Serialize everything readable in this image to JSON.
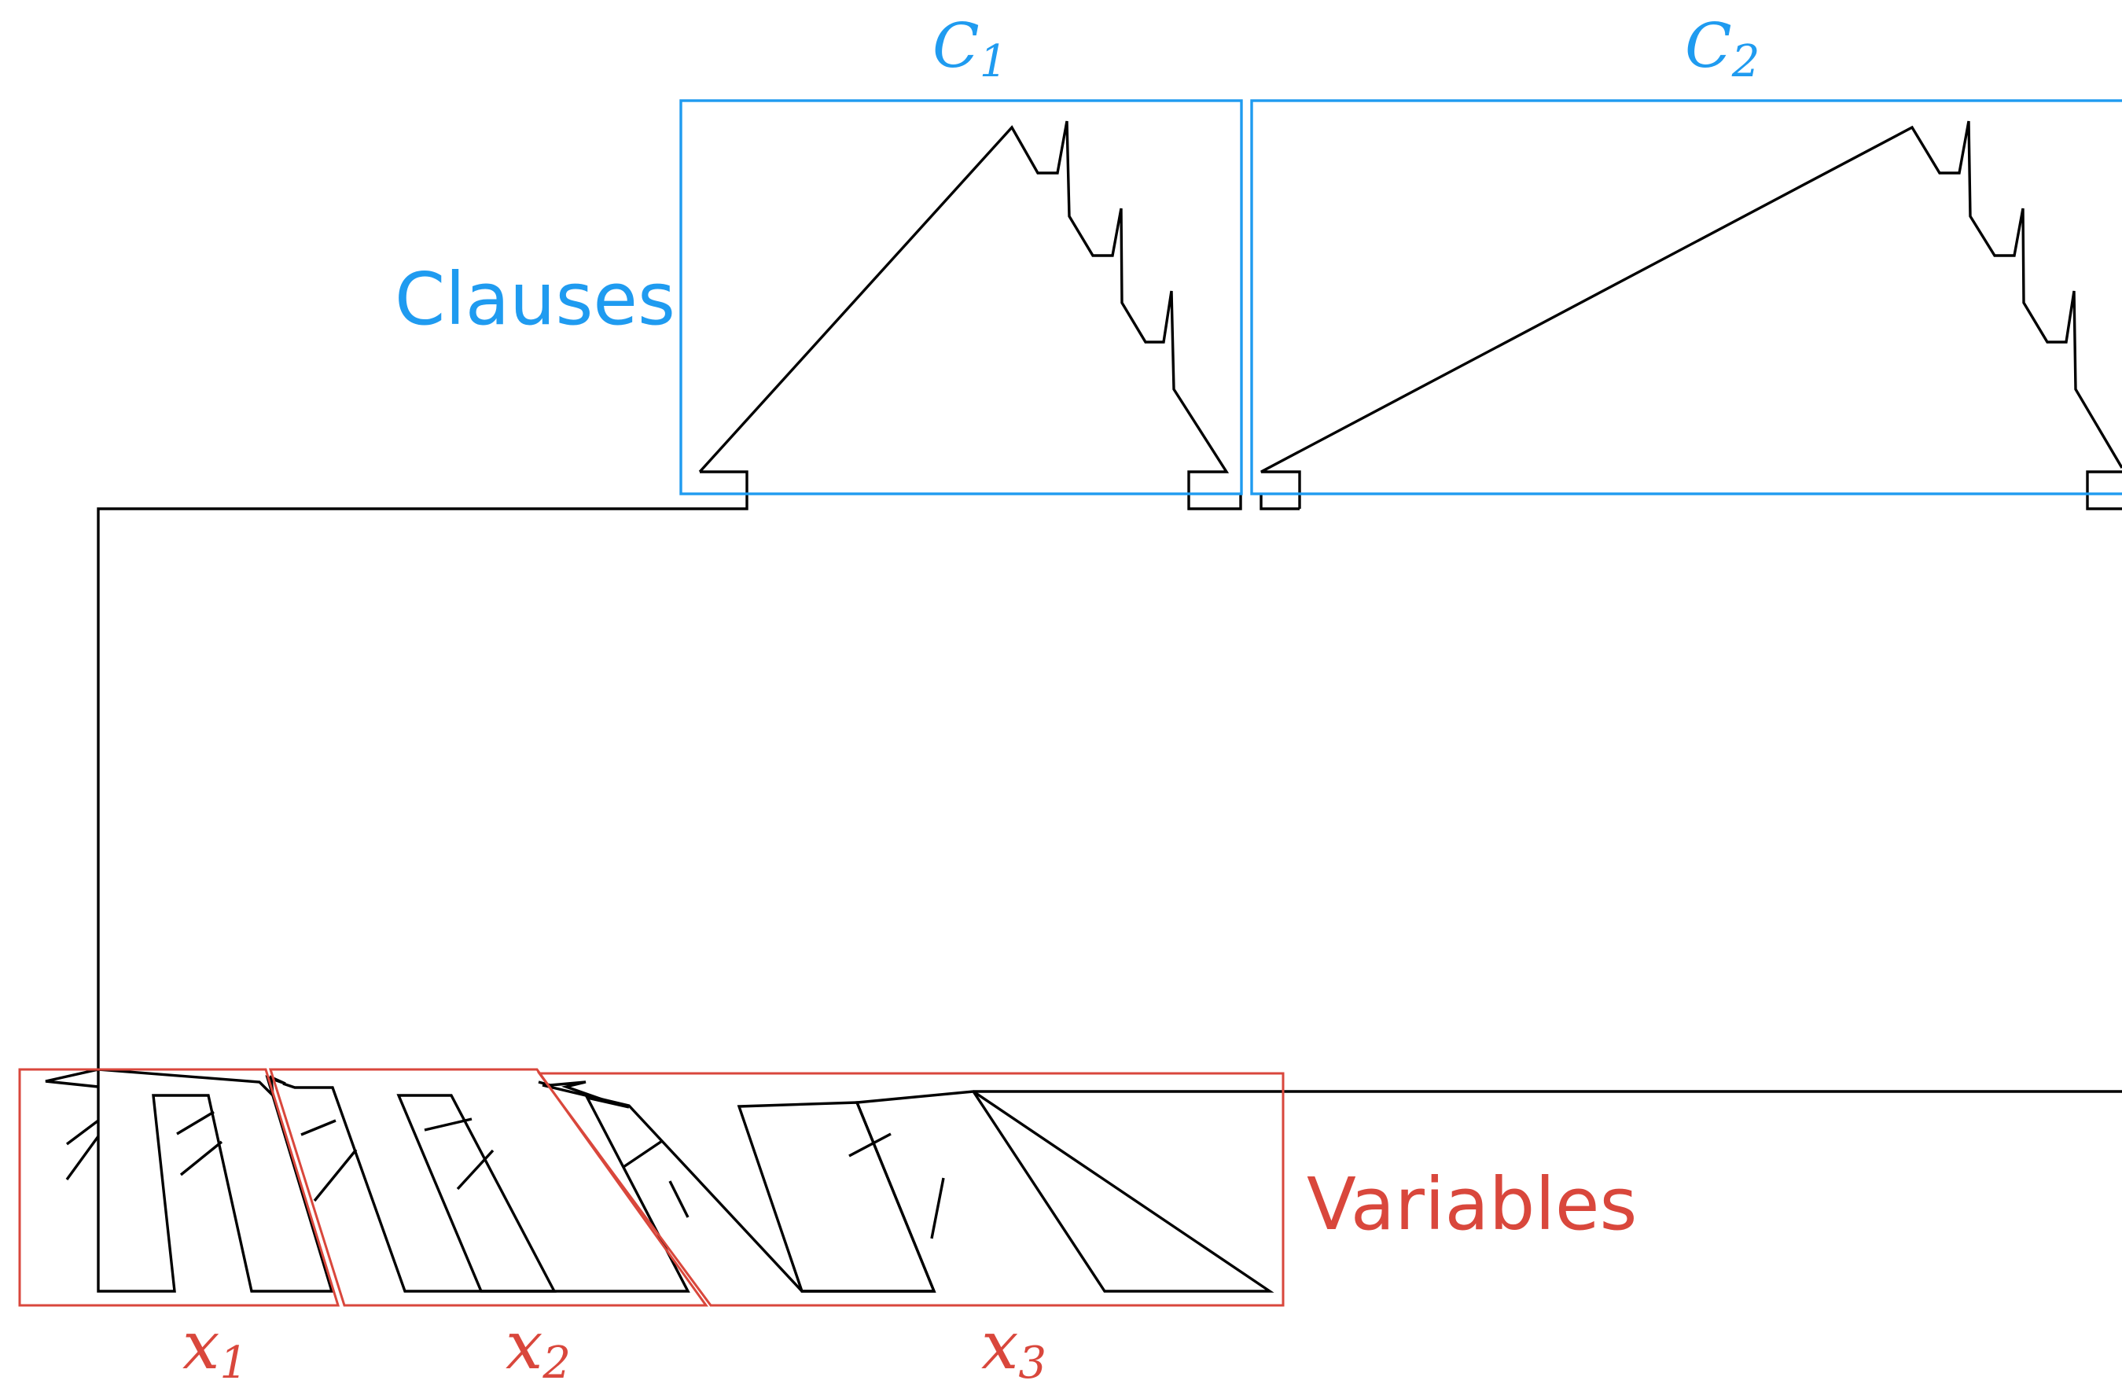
{
  "colors": {
    "clauses": "#1f9bf0",
    "variables": "#d9473c",
    "gadget": "#000000",
    "background": "#ffffff"
  },
  "labels": {
    "clauses": "Clauses",
    "variables": "Variables"
  },
  "clauses": [
    {
      "name": "C",
      "sub": "1"
    },
    {
      "name": "C",
      "sub": "2"
    }
  ],
  "variables": [
    {
      "name": "x",
      "sub": "1"
    },
    {
      "name": "x",
      "sub": "2"
    },
    {
      "name": "x",
      "sub": "3"
    }
  ]
}
